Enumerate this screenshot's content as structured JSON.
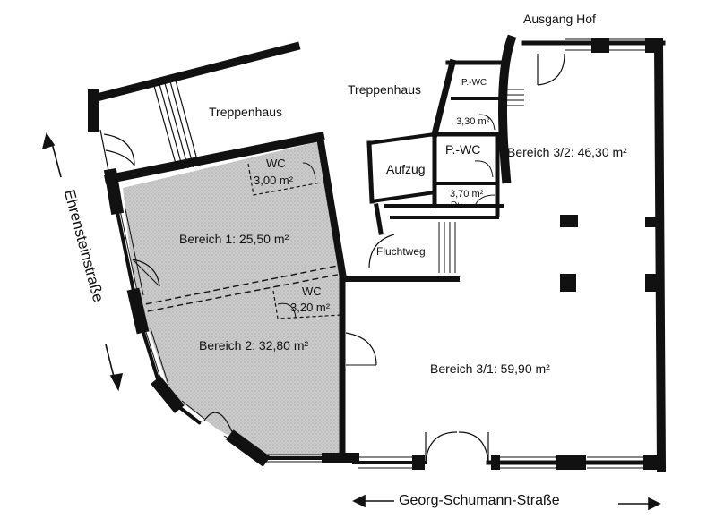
{
  "labels": {
    "ausgang_hof": "Ausgang Hof",
    "treppenhaus_left": "Treppenhaus",
    "treppenhaus_right": "Treppenhaus",
    "p_wc_small": "P.-WC",
    "p_wc_small_area": "3,30 m²",
    "p_wc": "P.-WC",
    "aufzug": "Aufzug",
    "du_area": "3,70 m²",
    "du": "Du.",
    "fluchtweg": "Fluchtweg",
    "wc1": "WC",
    "wc1_area": "3,00 m²",
    "wc2": "WC",
    "wc2_area": "3,20 m²",
    "bereich_1": "Bereich 1: 25,50 m²",
    "bereich_2": "Bereich 2: 32,80 m²",
    "bereich_31": "Bereich 3/1: 59,90 m²",
    "bereich_32": "Bereich 3/2: 46,30 m²",
    "street_left": "Ehrensteinstraße",
    "street_bottom": "Georg-Schumann-Straße"
  },
  "colors": {
    "wall": "#111111",
    "shaded_area": "#c9c9c9",
    "background": "#ffffff"
  }
}
